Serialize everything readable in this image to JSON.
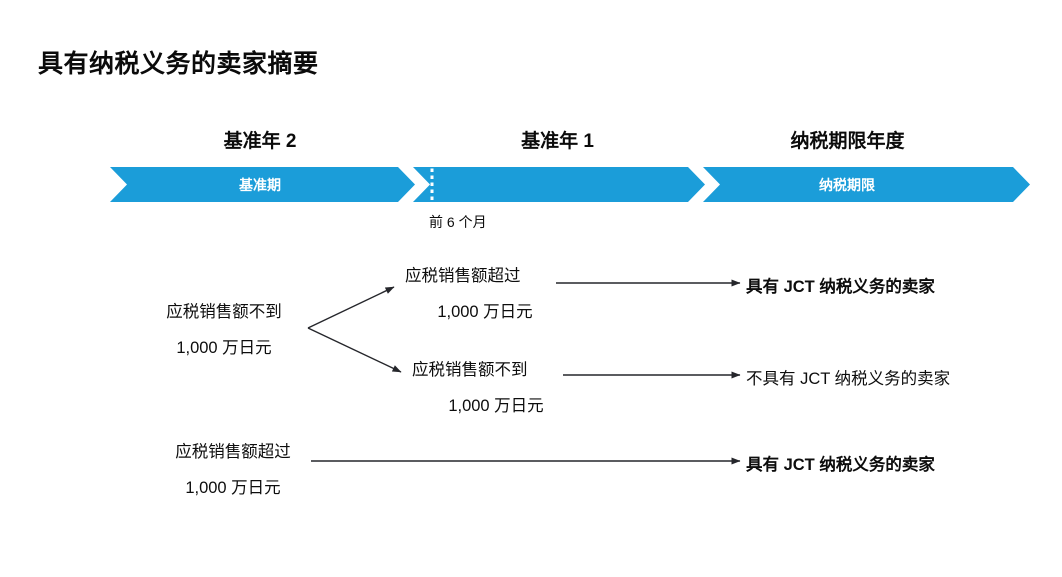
{
  "page": {
    "title": "具有纳税义务的卖家摘要",
    "accent_color": "#1B9DD9",
    "text_color": "#0d0d0d",
    "background": "#ffffff"
  },
  "timeline": {
    "headers": [
      {
        "label": "基准年 2"
      },
      {
        "label": "基准年 1"
      },
      {
        "label": "纳税期限年度"
      }
    ],
    "bands": [
      {
        "label": "基准期"
      },
      {
        "label": ""
      },
      {
        "label": "纳税期限"
      }
    ],
    "divider_note": "前 6 个月"
  },
  "flow": {
    "base_condition": {
      "line1": "应税销售额不到",
      "line2": "1,000 万日元"
    },
    "branch_over": {
      "line1": "应税销售额超过",
      "line2": "1,000 万日元"
    },
    "branch_under": {
      "line1": "应税销售额不到",
      "line2": "1,000 万日元"
    },
    "bottom_condition": {
      "line1": "应税销售额超过",
      "line2": "1,000 万日元"
    },
    "outcomes": [
      {
        "label": "具有 JCT 纳税义务的卖家",
        "bold": true
      },
      {
        "label": "不具有 JCT 纳税义务的卖家",
        "bold": false
      },
      {
        "label": "具有 JCT 纳税义务的卖家",
        "bold": true
      }
    ]
  }
}
